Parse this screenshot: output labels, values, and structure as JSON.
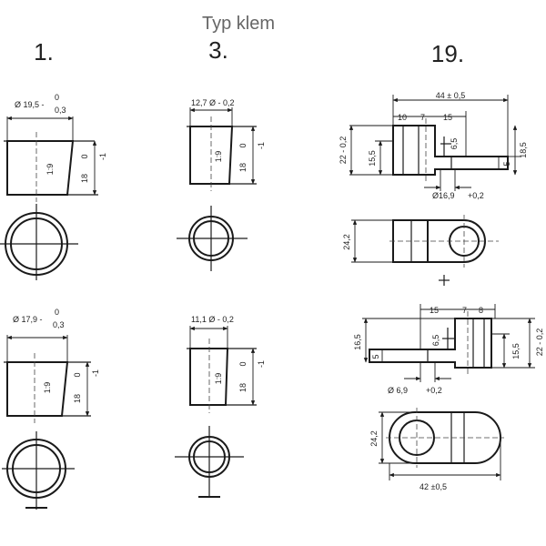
{
  "title": "Typ klem",
  "types": [
    {
      "number": "1.",
      "top": {
        "diameter": "Ø 19,5 -",
        "tol_upper": "0",
        "tol_lower": "0,3",
        "side_zero": "0",
        "side_minus": "-1",
        "height": "18",
        "taper": "1:9"
      },
      "bottom": {
        "diameter": "Ø 17,9 -",
        "tol_upper": "0",
        "tol_lower": "0,3",
        "side_zero": "0",
        "side_minus": "-1",
        "height": "18",
        "taper": "1:9"
      }
    },
    {
      "number": "3.",
      "top": {
        "diameter": "12,7 Ø - 0,2",
        "side_zero": "0",
        "side_minus": "-1",
        "height": "18",
        "taper": "1:9"
      },
      "bottom": {
        "diameter": "11,1 Ø - 0,2",
        "side_zero": "0",
        "side_minus": "-1",
        "height": "18",
        "taper": "1:9"
      }
    },
    {
      "number": "19.",
      "top": {
        "width": "44 ± 0,5",
        "d10": "10",
        "d7": "7",
        "d15": "15",
        "d65": "6,5",
        "h22": "22 - 0,2",
        "h155": "15,5",
        "h5": "5",
        "h185": "18,5",
        "hole": "Ø16,9",
        "hole_tol": "+0,2",
        "plan_h": "24,2"
      },
      "bottom": {
        "d15": "15",
        "d7": "7",
        "d8": "8",
        "d65": "6,5",
        "h165": "16,5",
        "h5": "5",
        "h155": "15,5",
        "h22": "22 - 0,2",
        "hole": "Ø 6,9",
        "hole_tol": "+0,2",
        "plan_h": "24,2",
        "width": "42 ±0,5"
      }
    }
  ]
}
